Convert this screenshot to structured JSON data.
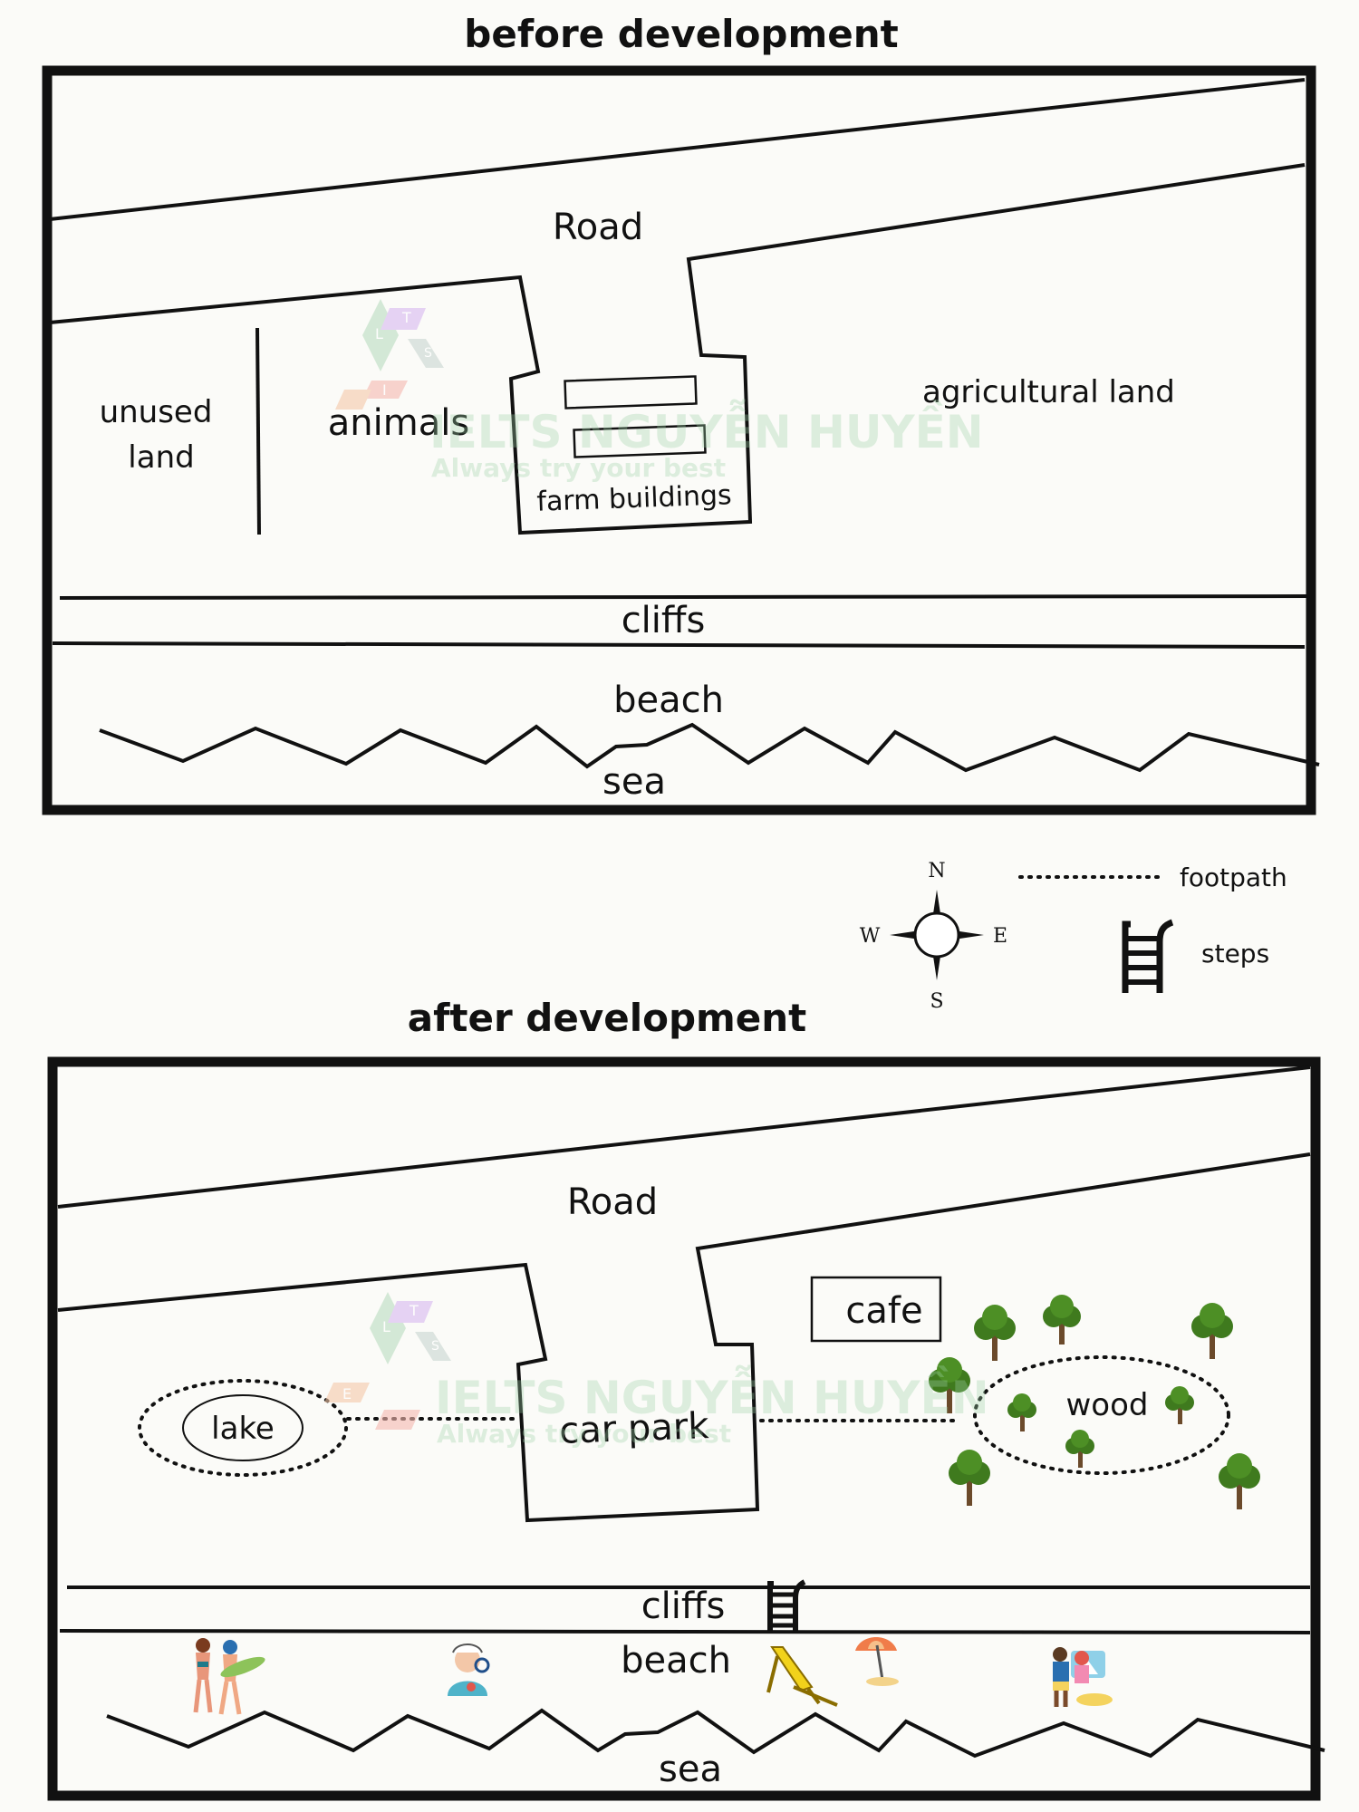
{
  "before": {
    "title": "before development",
    "road": "Road",
    "unused_land_line1": "unused",
    "unused_land_line2": "land",
    "animals": "animals",
    "farm_buildings": "farm buildings",
    "agricultural_land": "agricultural land",
    "cliffs": "cliffs",
    "beach": "beach",
    "sea": "sea"
  },
  "legend": {
    "compass_n": "N",
    "compass_s": "S",
    "compass_e": "E",
    "compass_w": "W",
    "footpath": "footpath",
    "steps": "steps"
  },
  "after": {
    "title": "after development",
    "road": "Road",
    "cafe": "cafe",
    "lake": "lake",
    "car_park": "car park",
    "wood": "wood",
    "cliffs": "cliffs",
    "beach": "beach",
    "sea": "sea"
  },
  "watermark": {
    "brand": "IELTS NGUYỄN HUYỀN",
    "tagline": "Always try your best",
    "logo_letters": [
      "L",
      "T",
      "S",
      "I",
      "E"
    ]
  },
  "colors": {
    "outline": "#111111",
    "tree_green": "#3f7a1e",
    "tree_trunk": "#6b4a2b",
    "watermark_green": "#9fd3a8"
  }
}
